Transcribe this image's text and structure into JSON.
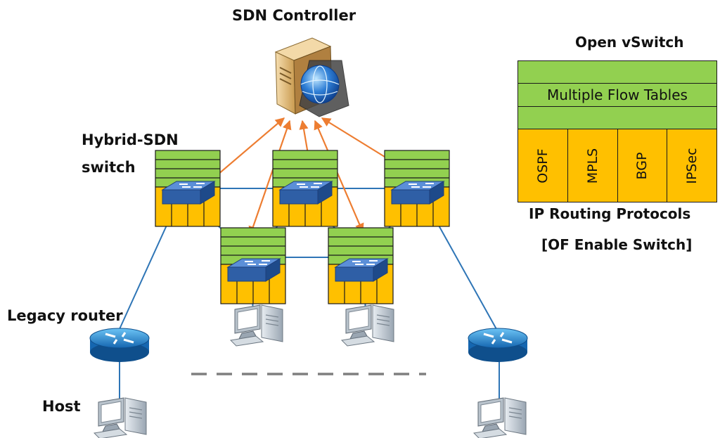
{
  "labels": {
    "controller": "SDN Controller",
    "hybrid_line1": "Hybrid-SDN",
    "hybrid_line2": "switch",
    "legacy_router": "Legacy router",
    "host": "Host"
  },
  "ovs": {
    "title": "Open vSwitch",
    "flow_tables": "Multiple Flow Tables",
    "protocols": [
      "OSPF",
      "MPLS",
      "BGP",
      "IPSec"
    ],
    "caption_line1": "IP Routing Protocols",
    "caption_line2": "[OF Enable Switch]"
  },
  "colors": {
    "switch_green": "#92d050",
    "switch_orange": "#ffc000",
    "arrow_orange": "#ed7d31",
    "link_blue": "#2e75b6",
    "switch_blue": "#2f5fa6",
    "router_blue": "#2b8fd6",
    "dash_gray": "#7f7f7f"
  }
}
